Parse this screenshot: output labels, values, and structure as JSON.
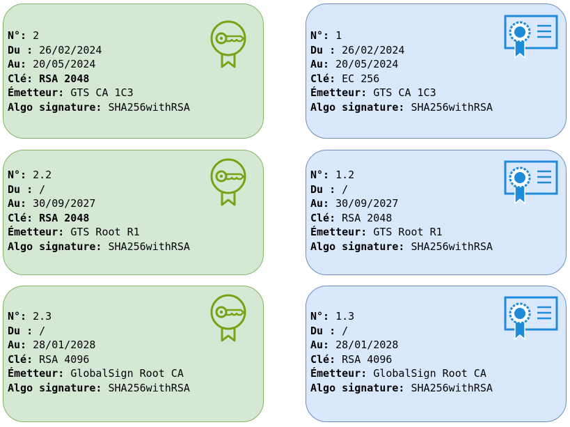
{
  "labels": {
    "num": "N°:",
    "from": "Du :",
    "to": "Au:",
    "key": "Clé:",
    "issuer": "Émetteur:",
    "algo": "Algo signature:"
  },
  "icons": {
    "green": "key-badge-icon",
    "blue": "certificate-icon"
  },
  "colors": {
    "green_fill": "#d5e8d4",
    "green_stroke": "#82b366",
    "blue_fill": "#dae8fc",
    "blue_stroke": "#6c8ebf",
    "key_icon": "#7aa116",
    "cert_icon": "#1f8bd9"
  },
  "green_cards": [
    {
      "num": "2",
      "from": "26/02/2024",
      "to": "20/05/2024",
      "key": "RSA 2048",
      "issuer": "GTS CA 1C3",
      "algo": "SHA256withRSA"
    },
    {
      "num": "2.2",
      "from": "/",
      "to": "30/09/2027",
      "key": "RSA 2048",
      "issuer": "GTS Root R1",
      "algo": "SHA256withRSA"
    },
    {
      "num": "2.3",
      "from": "/",
      "to": "28/01/2028",
      "key": "RSA 4096",
      "issuer": "GlobalSign Root CA",
      "algo": "SHA256withRSA"
    }
  ],
  "blue_cards": [
    {
      "num": "1",
      "from": "26/02/2024",
      "to": "20/05/2024",
      "key": "EC 256",
      "issuer": "GTS CA 1C3",
      "algo": "SHA256withRSA"
    },
    {
      "num": "1.2",
      "from": "/",
      "to": "30/09/2027",
      "key": "RSA 2048",
      "issuer": "GTS Root R1",
      "algo": "SHA256withRSA"
    },
    {
      "num": "1.3",
      "from": "/",
      "to": "28/01/2028",
      "key": "RSA 4096",
      "issuer": "GlobalSign Root CA",
      "algo": "SHA256withRSA"
    }
  ]
}
